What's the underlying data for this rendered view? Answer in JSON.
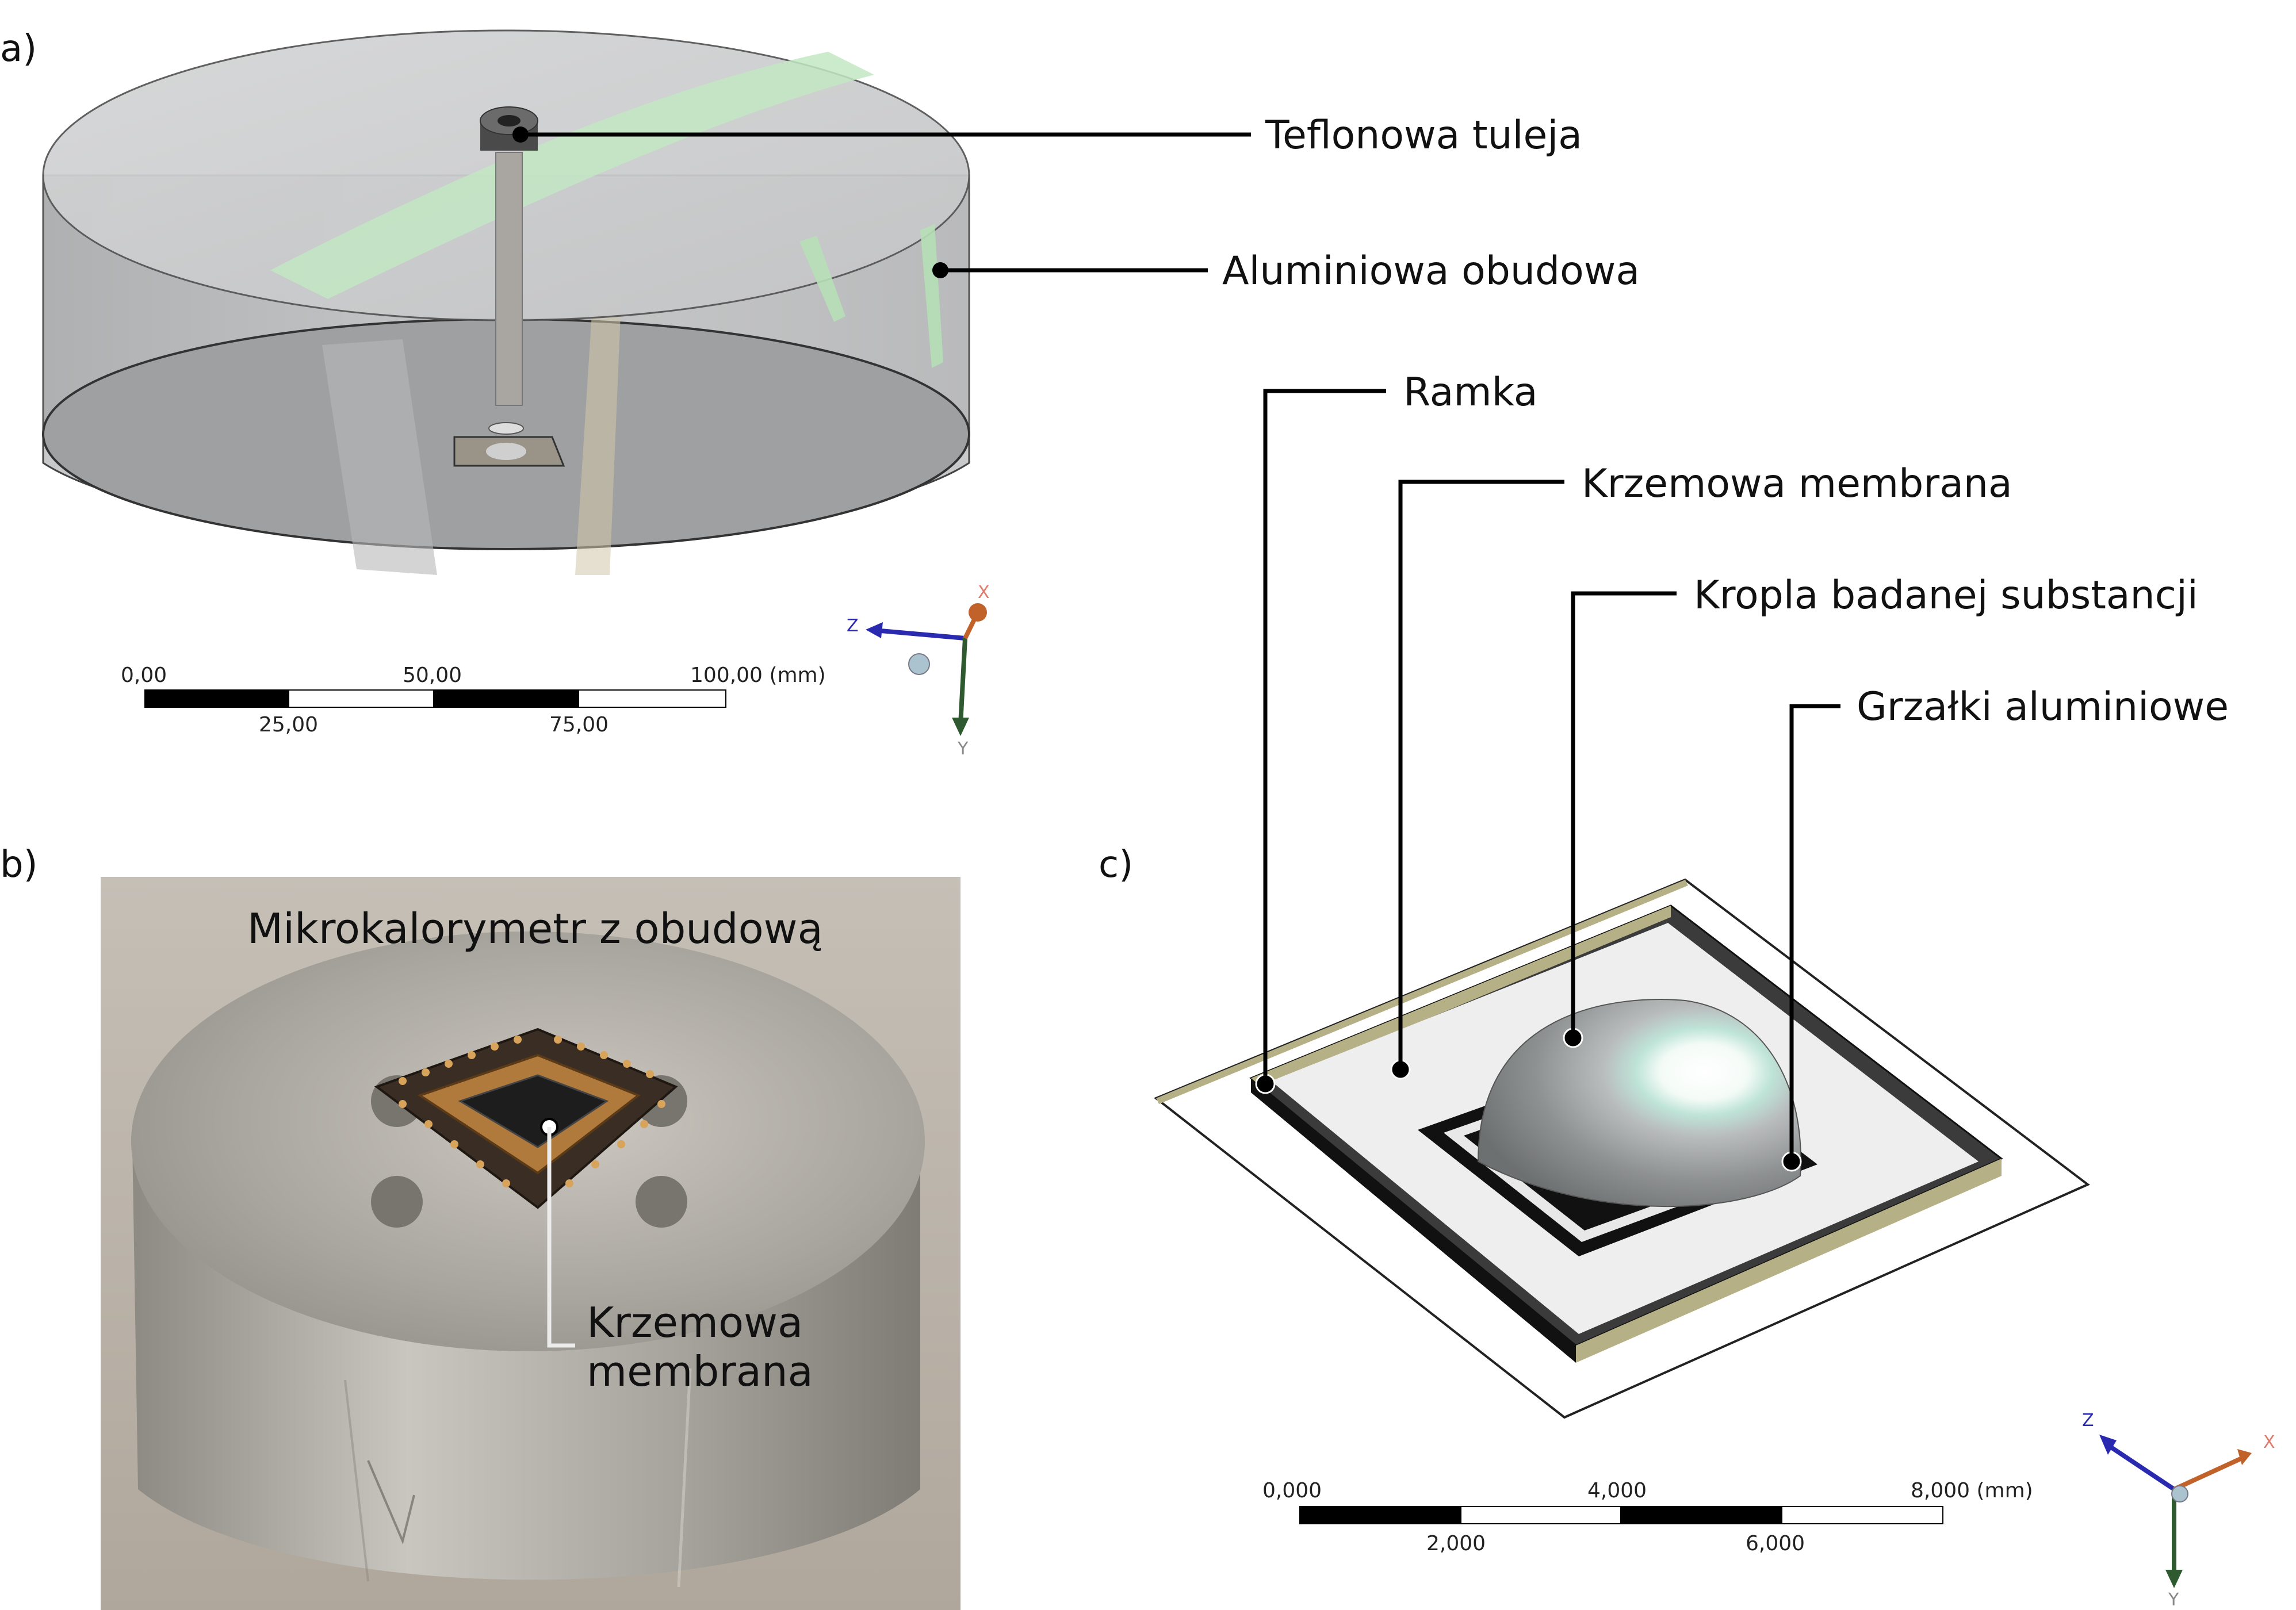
{
  "panels": {
    "a": "a)",
    "b": "b)",
    "c": "c)"
  },
  "panel_a": {
    "labels": {
      "teflon": "Teflonowa tuleja",
      "housing": "Aluminiowa obudowa"
    },
    "scale": {
      "top": [
        "0,00",
        "50,00",
        "100,00 (mm)"
      ],
      "bottom": [
        "25,00",
        "75,00"
      ]
    },
    "axes": {
      "x": "X",
      "y": "Y",
      "z": "Z"
    }
  },
  "panel_b": {
    "title": "Mikrokalorymetr z obudową",
    "label_line1": "Krzemowa",
    "label_line2": "membrana"
  },
  "panel_c": {
    "labels": {
      "frame": "Ramka",
      "membrane": "Krzemowa membrana",
      "drop": "Kropla badanej substancji",
      "heaters": "Grzałki aluminiowe"
    },
    "scale": {
      "top": [
        "0,000",
        "4,000",
        "8,000 (mm)"
      ],
      "bottom": [
        "2,000",
        "6,000"
      ]
    },
    "axes": {
      "x": "X",
      "y": "Y",
      "z": "Z"
    }
  },
  "colors": {
    "housing_fill": "#c9cacb",
    "housing_floor": "#9c9d9e",
    "green_band": "#bfe3bf",
    "metal": "#b7b3ad",
    "photo_bg": "#bfb8ae",
    "frame_gold": "#b5b085",
    "axis_x": "#c0622a",
    "axis_y": "#2f5a2f",
    "axis_z": "#2a2ab0"
  }
}
